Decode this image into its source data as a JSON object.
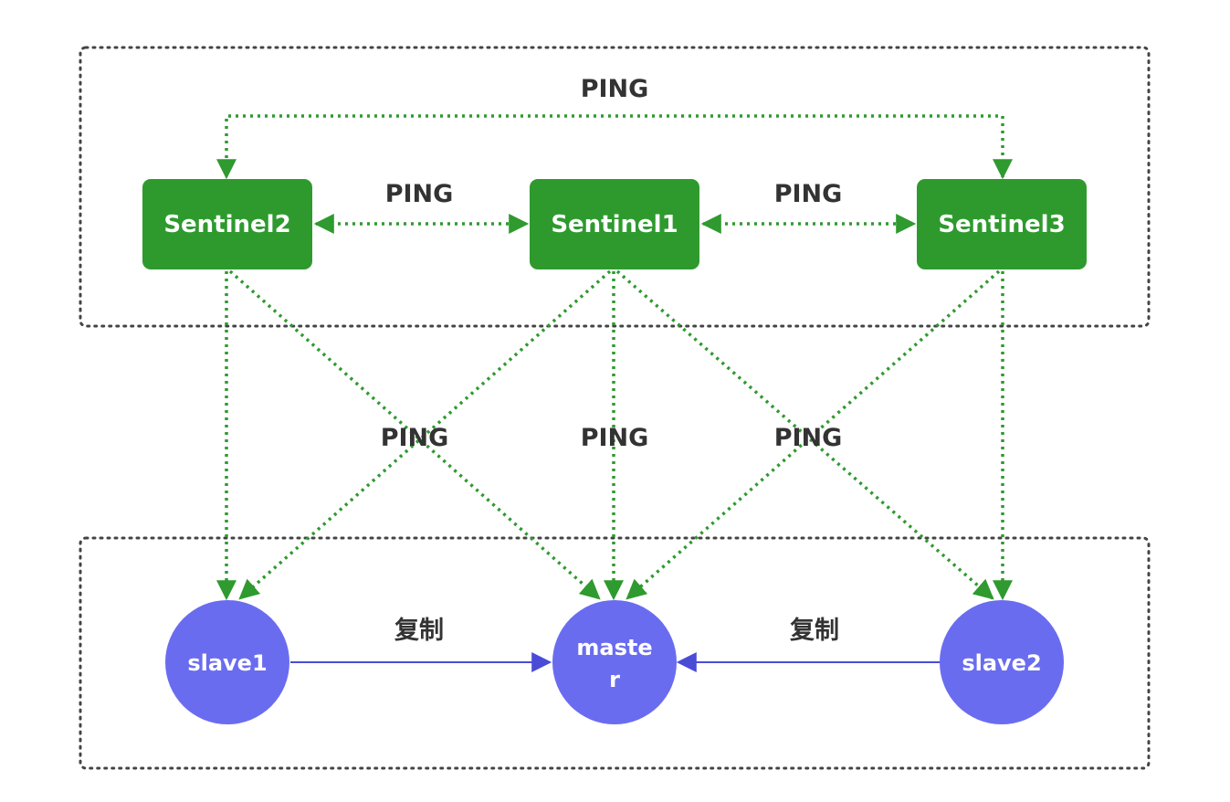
{
  "colors": {
    "sentinel_fill": "#2e9a2e",
    "redis_fill": "#6a6cf0",
    "ping_arrow": "#2f9a2f",
    "replication_arrow": "#4a4cd6",
    "group_border": "#444444"
  },
  "nodes": {
    "sentinel2": "Sentinel2",
    "sentinel1": "Sentinel1",
    "sentinel3": "Sentinel3",
    "slave1": "slave1",
    "master_line1": "maste",
    "master_line2": "r",
    "slave2": "slave2"
  },
  "labels": {
    "ping_top": "PING",
    "ping_s2_s1": "PING",
    "ping_s1_s3": "PING",
    "ping_left": "PING",
    "ping_center": "PING",
    "ping_right": "PING",
    "replicate_left": "复制",
    "replicate_right": "复制"
  }
}
